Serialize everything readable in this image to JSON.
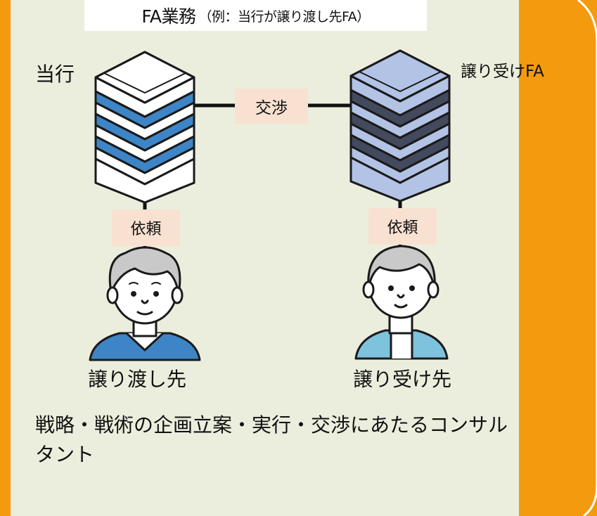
{
  "title": {
    "main": "FA業務",
    "sub": "（例：当行が譲り渡し先FA）"
  },
  "parties": {
    "bank": "当行",
    "buyer_fa": "譲り受けFA"
  },
  "relations": {
    "negotiation": "交渉",
    "request_left": "依頼",
    "request_right": "依頼"
  },
  "persons": {
    "seller": "譲り渡し先",
    "buyer": "譲り受け先"
  },
  "description": "戦略・戦術の企画立案・実行・交渉にあたるコンサルタント",
  "colors": {
    "background": "#f49a0f",
    "panel": "#ebeedd",
    "pill": "#f8e1d1",
    "server_left_band": "#3d85c6",
    "server_right_body": "#b3c3e6",
    "server_right_band": "#434a5e",
    "seller_shirt": "#3d85c6",
    "buyer_shirt": "#7ec3dd"
  }
}
